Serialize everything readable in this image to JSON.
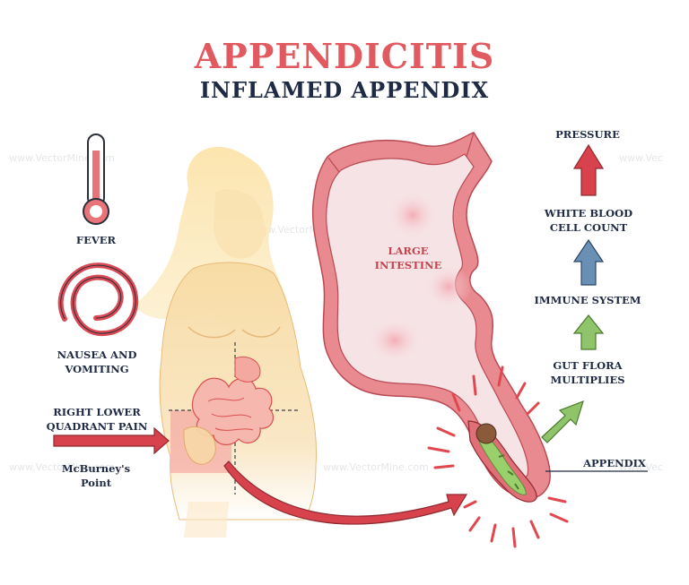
{
  "header": {
    "title": "APPENDICITIS",
    "subtitle": "INFLAMED APPENDIX"
  },
  "symptoms": {
    "fever": "FEVER",
    "nausea": "NAUSEA AND\nVOMITING",
    "pain": "RIGHT LOWER\nQUADRANT PAIN",
    "point": "McBurney's\nPoint"
  },
  "anatomy": {
    "large_intestine": "LARGE\nINTESTINE",
    "appendix": "APPENDIX"
  },
  "causes": {
    "pressure": "PRESSURE",
    "wbc": "WHITE BLOOD\nCELL COUNT",
    "immune": "IMMUNE SYSTEM",
    "gut_flora": "GUT FLORA\nMULTIPLIES"
  },
  "watermark": "www.VectorMine.com",
  "colors": {
    "title_red": "#e15a5f",
    "title_navy": "#1f2a44",
    "label_navy": "#1f2a44",
    "intestine_outer": "#e8868a",
    "intestine_inner": "#f6e3e5",
    "arrow_red": "#d8424c",
    "arrow_blue": "#6a8fb5",
    "arrow_green": "#8fc46a",
    "body_fill": "#f7d9a0",
    "hair_fill": "#fbe2a6"
  },
  "icons": {
    "fever": "thermometer-icon",
    "nausea": "spiral-icon"
  }
}
